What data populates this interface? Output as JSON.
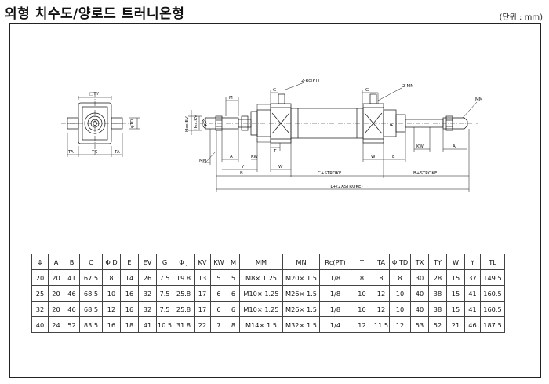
{
  "title": "외형 치수도/양로드 트러니온형",
  "unit": "(단위 : mm)",
  "drawing_labels": {
    "ty": "□TY",
    "td": "φTD",
    "ta_left": "TA",
    "tx": "TX",
    "ta_right": "TA",
    "m": "M",
    "g_left": "G",
    "rc_pt": "2-Rc(PT)",
    "hex_ev": "Hex.EV",
    "hex_kv": "Hex.KV",
    "phi_d": "φD",
    "phi_j": "φJ",
    "g_right": "G",
    "mn": "2-MN",
    "mm_right": "MM",
    "mm_left": "MM",
    "a_left": "A",
    "kw_left": "KW",
    "t": "T",
    "y": "Y",
    "w_left": "W",
    "b_left": "B",
    "c_stroke": "C+STROKE",
    "w_right": "W",
    "e": "E",
    "kw_right": "KW",
    "a_right": "A",
    "b_stroke": "B+STROKE",
    "tl": "TL+(2XSTROKE)"
  },
  "table": {
    "headers": [
      "Φ",
      "A",
      "B",
      "C",
      "Φ D",
      "E",
      "EV",
      "G",
      "Φ J",
      "KV",
      "KW",
      "M",
      "MM",
      "MN",
      "Rc(PT)",
      "T",
      "TA",
      "Φ TD",
      "TX",
      "TY",
      "W",
      "Y",
      "TL"
    ],
    "rows": [
      [
        "20",
        "20",
        "41",
        "67.5",
        "8",
        "14",
        "26",
        "7.5",
        "19.8",
        "13",
        "5",
        "5",
        "M8× 1.25",
        "M20× 1.5",
        "1/8",
        "8",
        "8",
        "8",
        "30",
        "28",
        "15",
        "37",
        "149.5"
      ],
      [
        "25",
        "20",
        "46",
        "68.5",
        "10",
        "16",
        "32",
        "7.5",
        "25.8",
        "17",
        "6",
        "6",
        "M10× 1.25",
        "M26× 1.5",
        "1/8",
        "10",
        "12",
        "10",
        "40",
        "38",
        "15",
        "41",
        "160.5"
      ],
      [
        "32",
        "20",
        "46",
        "68.5",
        "12",
        "16",
        "32",
        "7.5",
        "25.8",
        "17",
        "6",
        "6",
        "M10× 1.25",
        "M26× 1.5",
        "1/8",
        "10",
        "12",
        "10",
        "40",
        "38",
        "15",
        "41",
        "160.5"
      ],
      [
        "40",
        "24",
        "52",
        "83.5",
        "16",
        "18",
        "41",
        "10.5",
        "31.8",
        "22",
        "7",
        "8",
        "M14× 1.5",
        "M32× 1.5",
        "1/4",
        "12",
        "11.5",
        "12",
        "53",
        "52",
        "21",
        "46",
        "187.5"
      ]
    ]
  }
}
